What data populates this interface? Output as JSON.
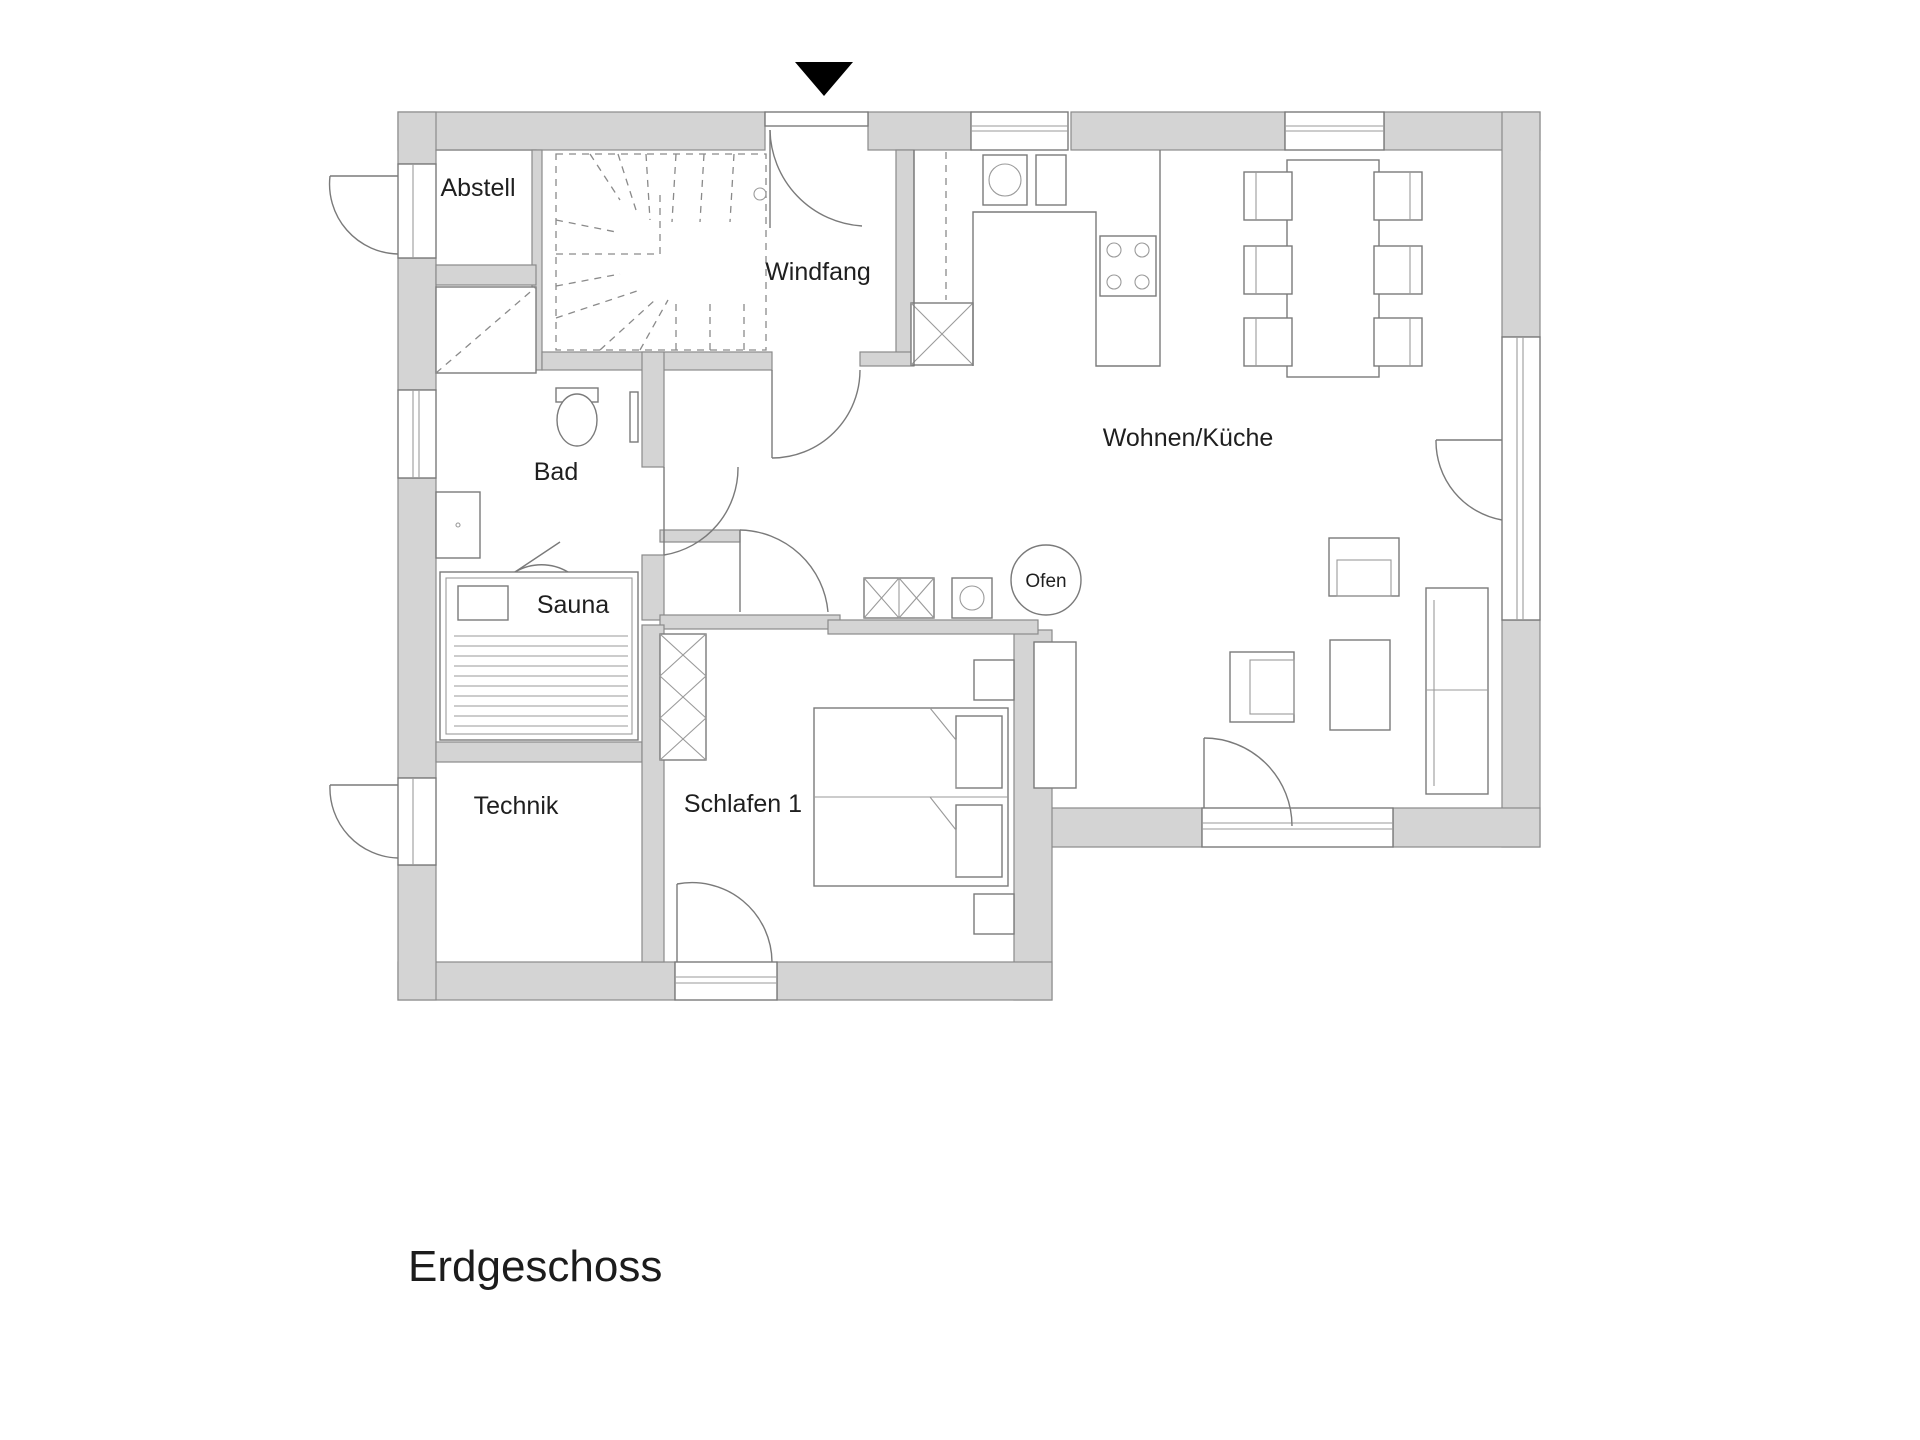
{
  "floor_title": "Erdgeschoss",
  "rooms": {
    "abstell": "Abstell",
    "windfang": "Windfang",
    "wohnen_kueche": "Wohnen/Küche",
    "bad": "Bad",
    "sauna": "Sauna",
    "technik": "Technik",
    "schlafen_1": "Schlafen 1"
  },
  "fixtures": {
    "ofen": "Ofen"
  },
  "colors": {
    "wall_fill": "#d4d4d4",
    "line": "#7a7a7a",
    "background": "#ffffff"
  },
  "icons": {
    "entrance": "entrance-arrow-icon"
  }
}
